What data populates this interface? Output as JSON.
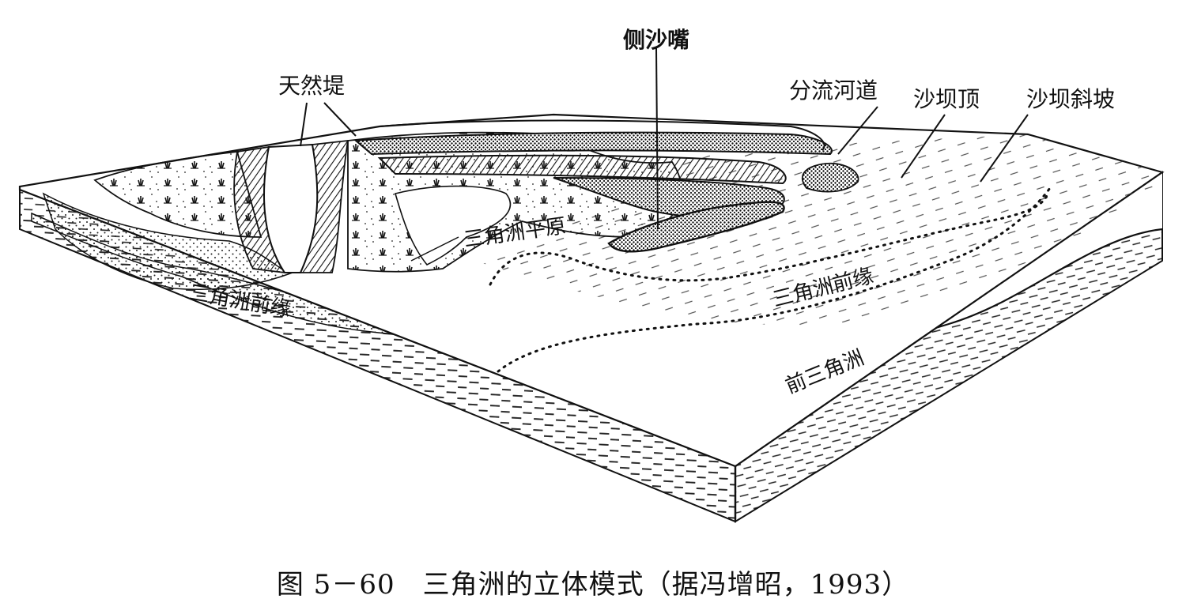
{
  "labels": {
    "levee": "天然堤",
    "lateral_bar": "侧沙嘴",
    "distributary_channel": "分流河道",
    "bar_crest": "沙坝顶",
    "bar_slope": "沙坝斜坡",
    "delta_plain": "三角洲平原",
    "delta_front_left": "三角洲前缘",
    "delta_front_right": "三角洲前缘",
    "prodelta": "前三角洲"
  },
  "caption": "图 5－60　三角洲的立体模式（据冯增昭，1993）"
}
